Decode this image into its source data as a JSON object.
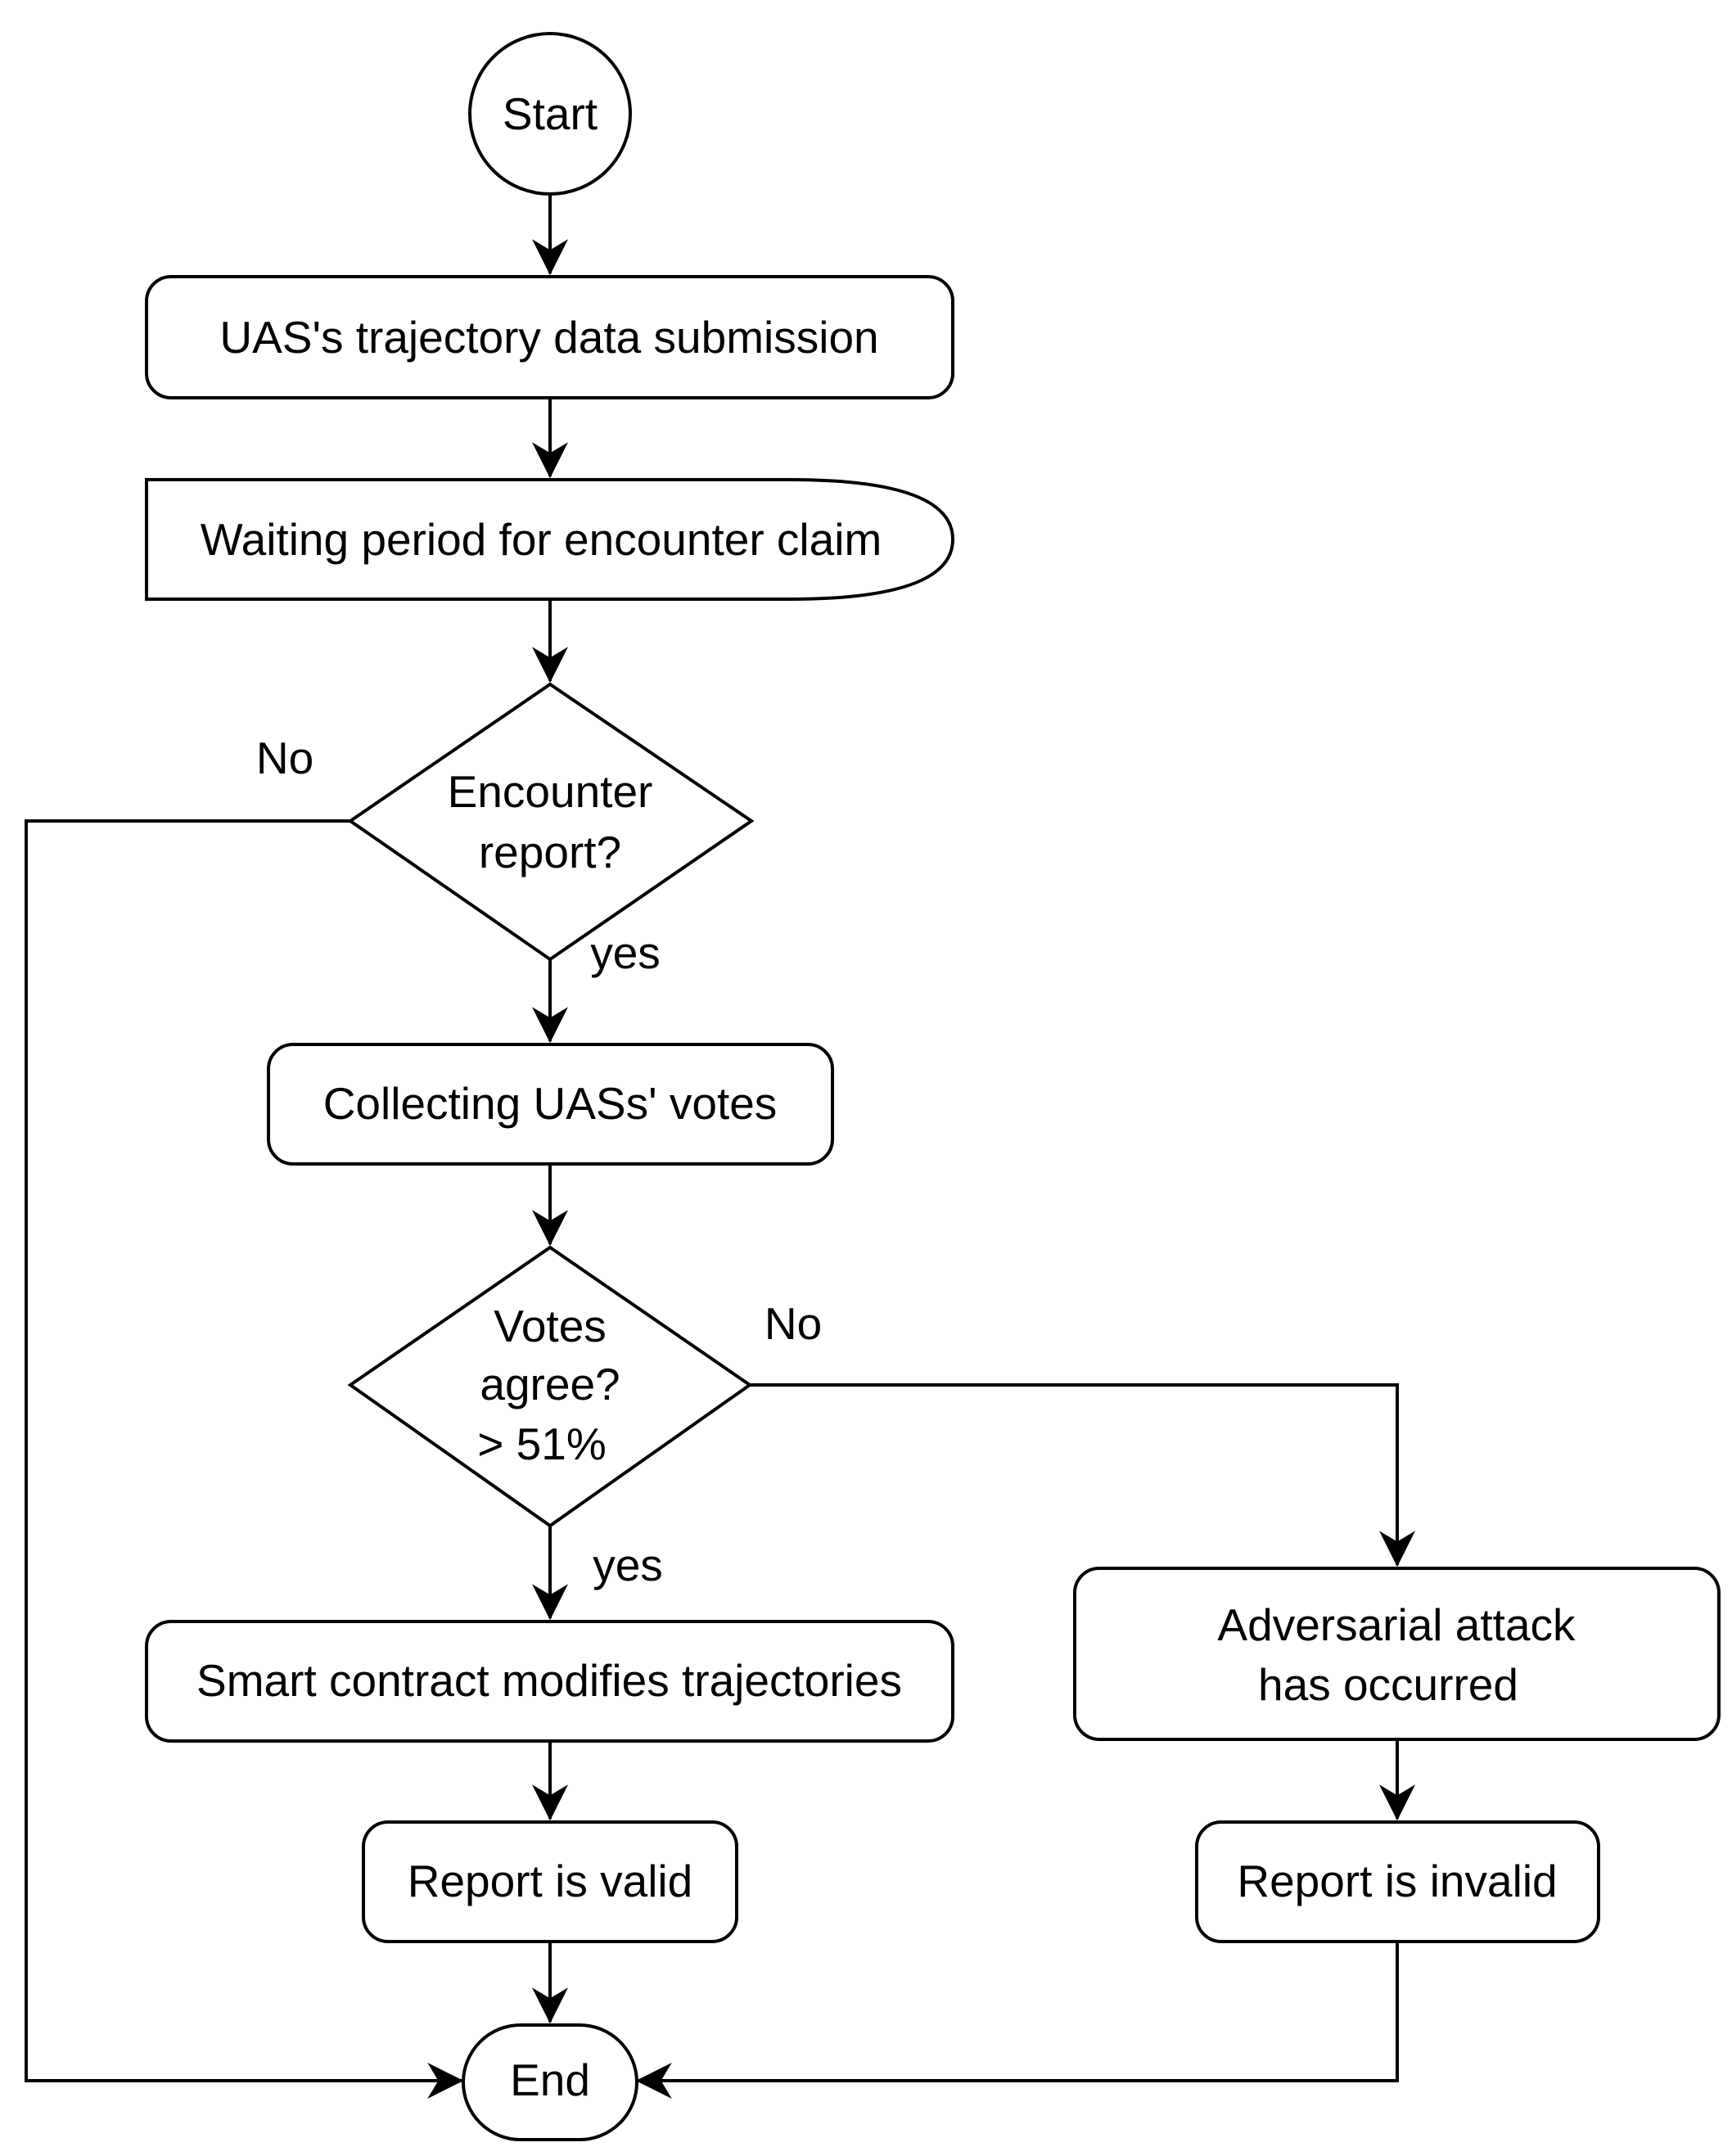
{
  "nodes": {
    "start": "Start",
    "submission": "UAS's trajectory data submission",
    "waiting": "Waiting period for encounter claim",
    "encounter_decision": [
      "Encounter",
      "report?"
    ],
    "collect_votes": "Collecting UASs' votes",
    "votes_decision": [
      "Votes",
      "agree?",
      "> 51%"
    ],
    "smart_contract": "Smart contract modifies trajectories",
    "adversarial": [
      "Adversarial attack",
      "has occurred"
    ],
    "report_valid": "Report is valid",
    "report_invalid": "Report is invalid",
    "end": "End"
  },
  "edge_labels": {
    "encounter_no": "No",
    "encounter_yes": "yes",
    "votes_no": "No",
    "votes_yes": "yes"
  },
  "colors": {
    "stroke": "#000000",
    "fill": "#ffffff",
    "text": "#000000"
  }
}
